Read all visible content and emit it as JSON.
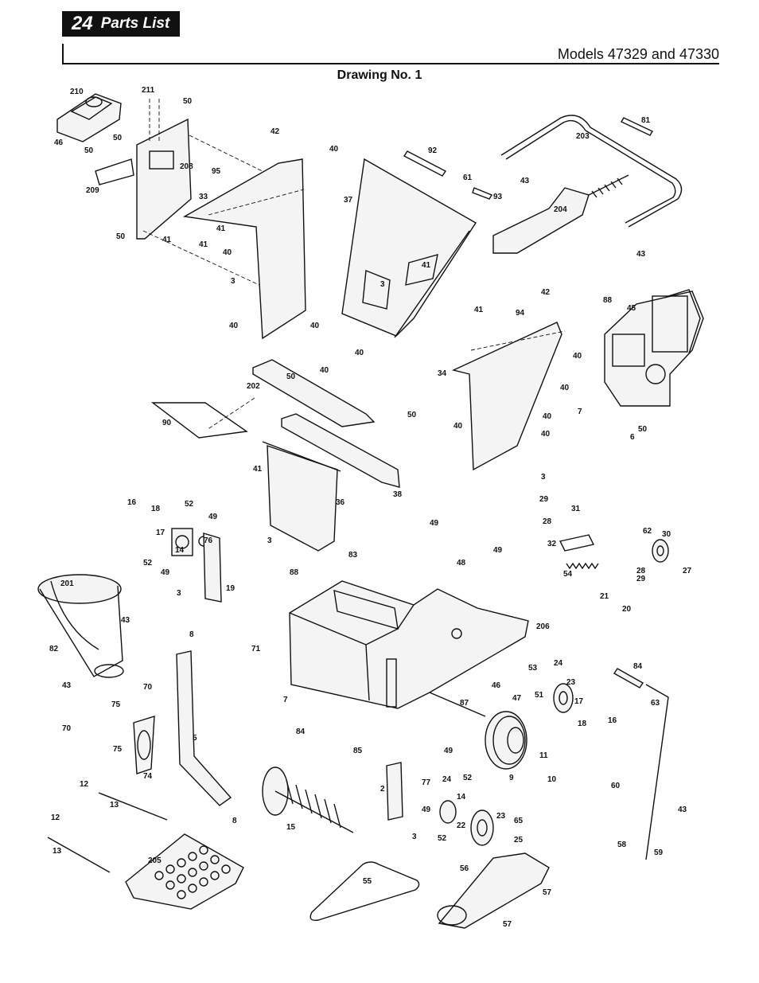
{
  "header": {
    "page_number": "24",
    "section_title": "Parts List",
    "models": "Models 47329 and 47330",
    "drawing_title": "Drawing No. 1"
  },
  "callouts": [
    {
      "id": "c-210",
      "label": "210"
    },
    {
      "id": "c-211",
      "label": "211"
    },
    {
      "id": "c-50a",
      "label": "50"
    },
    {
      "id": "c-46",
      "label": "46"
    },
    {
      "id": "c-50b",
      "label": "50"
    },
    {
      "id": "c-50c",
      "label": "50"
    },
    {
      "id": "c-208",
      "label": "208"
    },
    {
      "id": "c-209",
      "label": "209"
    },
    {
      "id": "c-50d",
      "label": "50"
    },
    {
      "id": "c-41a",
      "label": "41"
    },
    {
      "id": "c-42a",
      "label": "42"
    },
    {
      "id": "c-40a",
      "label": "40"
    },
    {
      "id": "c-95",
      "label": "95"
    },
    {
      "id": "c-33",
      "label": "33"
    },
    {
      "id": "c-41b",
      "label": "41"
    },
    {
      "id": "c-41c",
      "label": "41"
    },
    {
      "id": "c-40b",
      "label": "40"
    },
    {
      "id": "c-3a",
      "label": "3"
    },
    {
      "id": "c-40c",
      "label": "40"
    },
    {
      "id": "c-92",
      "label": "92"
    },
    {
      "id": "c-61",
      "label": "61"
    },
    {
      "id": "c-93",
      "label": "93"
    },
    {
      "id": "c-37",
      "label": "37"
    },
    {
      "id": "c-3b",
      "label": "3"
    },
    {
      "id": "c-41d",
      "label": "41"
    },
    {
      "id": "c-203",
      "label": "203"
    },
    {
      "id": "c-81",
      "label": "81"
    },
    {
      "id": "c-43a",
      "label": "43"
    },
    {
      "id": "c-204",
      "label": "204"
    },
    {
      "id": "c-43b",
      "label": "43"
    },
    {
      "id": "c-42b",
      "label": "42"
    },
    {
      "id": "c-41e",
      "label": "41"
    },
    {
      "id": "c-94",
      "label": "94"
    },
    {
      "id": "c-40d",
      "label": "40"
    },
    {
      "id": "c-34",
      "label": "34"
    },
    {
      "id": "c-40e",
      "label": "40"
    },
    {
      "id": "c-40f",
      "label": "40"
    },
    {
      "id": "c-40g",
      "label": "40"
    },
    {
      "id": "c-40h",
      "label": "40"
    },
    {
      "id": "c-40i",
      "label": "40"
    },
    {
      "id": "c-3c",
      "label": "3"
    },
    {
      "id": "c-88a",
      "label": "88"
    },
    {
      "id": "c-45",
      "label": "45"
    },
    {
      "id": "c-7a",
      "label": "7"
    },
    {
      "id": "c-50e",
      "label": "50"
    },
    {
      "id": "c-6",
      "label": "6"
    },
    {
      "id": "c-40j",
      "label": "40"
    },
    {
      "id": "c-40k",
      "label": "40"
    },
    {
      "id": "c-50f",
      "label": "50"
    },
    {
      "id": "c-202",
      "label": "202"
    },
    {
      "id": "c-50g",
      "label": "50"
    },
    {
      "id": "c-90",
      "label": "90"
    },
    {
      "id": "c-41f",
      "label": "41"
    },
    {
      "id": "c-36",
      "label": "36"
    },
    {
      "id": "c-38",
      "label": "38"
    },
    {
      "id": "c-16a",
      "label": "16"
    },
    {
      "id": "c-18a",
      "label": "18"
    },
    {
      "id": "c-52a",
      "label": "52"
    },
    {
      "id": "c-49a",
      "label": "49"
    },
    {
      "id": "c-17a",
      "label": "17"
    },
    {
      "id": "c-14a",
      "label": "14"
    },
    {
      "id": "c-76",
      "label": "76"
    },
    {
      "id": "c-52b",
      "label": "52"
    },
    {
      "id": "c-49b",
      "label": "49"
    },
    {
      "id": "c-19",
      "label": "19"
    },
    {
      "id": "c-3d",
      "label": "3"
    },
    {
      "id": "c-3e",
      "label": "3"
    },
    {
      "id": "c-88b",
      "label": "88"
    },
    {
      "id": "c-83",
      "label": "83"
    },
    {
      "id": "c-49c",
      "label": "49"
    },
    {
      "id": "c-49d",
      "label": "49"
    },
    {
      "id": "c-48",
      "label": "48"
    },
    {
      "id": "c-29a",
      "label": "29"
    },
    {
      "id": "c-28a",
      "label": "28"
    },
    {
      "id": "c-31",
      "label": "31"
    },
    {
      "id": "c-32",
      "label": "32"
    },
    {
      "id": "c-62",
      "label": "62"
    },
    {
      "id": "c-30",
      "label": "30"
    },
    {
      "id": "c-54",
      "label": "54"
    },
    {
      "id": "c-28b",
      "label": "28"
    },
    {
      "id": "c-29b",
      "label": "29"
    },
    {
      "id": "c-27",
      "label": "27"
    },
    {
      "id": "c-21",
      "label": "21"
    },
    {
      "id": "c-20",
      "label": "20"
    },
    {
      "id": "c-201",
      "label": "201"
    },
    {
      "id": "c-43c",
      "label": "43"
    },
    {
      "id": "c-82",
      "label": "82"
    },
    {
      "id": "c-8a",
      "label": "8"
    },
    {
      "id": "c-71",
      "label": "71"
    },
    {
      "id": "c-206",
      "label": "206"
    },
    {
      "id": "c-53",
      "label": "53"
    },
    {
      "id": "c-24a",
      "label": "24"
    },
    {
      "id": "c-46b",
      "label": "46"
    },
    {
      "id": "c-47",
      "label": "47"
    },
    {
      "id": "c-51",
      "label": "51"
    },
    {
      "id": "c-23a",
      "label": "23"
    },
    {
      "id": "c-17b",
      "label": "17"
    },
    {
      "id": "c-18b",
      "label": "18"
    },
    {
      "id": "c-16b",
      "label": "16"
    },
    {
      "id": "c-87",
      "label": "87"
    },
    {
      "id": "c-84a",
      "label": "84"
    },
    {
      "id": "c-63",
      "label": "63"
    },
    {
      "id": "c-43d",
      "label": "43"
    },
    {
      "id": "c-70a",
      "label": "70"
    },
    {
      "id": "c-75a",
      "label": "75"
    },
    {
      "id": "c-70b",
      "label": "70"
    },
    {
      "id": "c-75b",
      "label": "75"
    },
    {
      "id": "c-74",
      "label": "74"
    },
    {
      "id": "c-5",
      "label": "5"
    },
    {
      "id": "c-7b",
      "label": "7"
    },
    {
      "id": "c-84b",
      "label": "84"
    },
    {
      "id": "c-85",
      "label": "85"
    },
    {
      "id": "c-9",
      "label": "9"
    },
    {
      "id": "c-11",
      "label": "11"
    },
    {
      "id": "c-10",
      "label": "10"
    },
    {
      "id": "c-49e",
      "label": "49"
    },
    {
      "id": "c-77",
      "label": "77"
    },
    {
      "id": "c-24b",
      "label": "24"
    },
    {
      "id": "c-52c",
      "label": "52"
    },
    {
      "id": "c-14b",
      "label": "14"
    },
    {
      "id": "c-2",
      "label": "2"
    },
    {
      "id": "c-49f",
      "label": "49"
    },
    {
      "id": "c-22",
      "label": "22"
    },
    {
      "id": "c-23b",
      "label": "23"
    },
    {
      "id": "c-65",
      "label": "65"
    },
    {
      "id": "c-25",
      "label": "25"
    },
    {
      "id": "c-3f",
      "label": "3"
    },
    {
      "id": "c-52d",
      "label": "52"
    },
    {
      "id": "c-15",
      "label": "15"
    },
    {
      "id": "c-60",
      "label": "60"
    },
    {
      "id": "c-43e",
      "label": "43"
    },
    {
      "id": "c-58",
      "label": "58"
    },
    {
      "id": "c-59",
      "label": "59"
    },
    {
      "id": "c-12a",
      "label": "12"
    },
    {
      "id": "c-13a",
      "label": "13"
    },
    {
      "id": "c-12b",
      "label": "12"
    },
    {
      "id": "c-13b",
      "label": "13"
    },
    {
      "id": "c-8b",
      "label": "8"
    },
    {
      "id": "c-205",
      "label": "205"
    },
    {
      "id": "c-55",
      "label": "55"
    },
    {
      "id": "c-56",
      "label": "56"
    },
    {
      "id": "c-57a",
      "label": "57"
    },
    {
      "id": "c-57b",
      "label": "57"
    }
  ]
}
